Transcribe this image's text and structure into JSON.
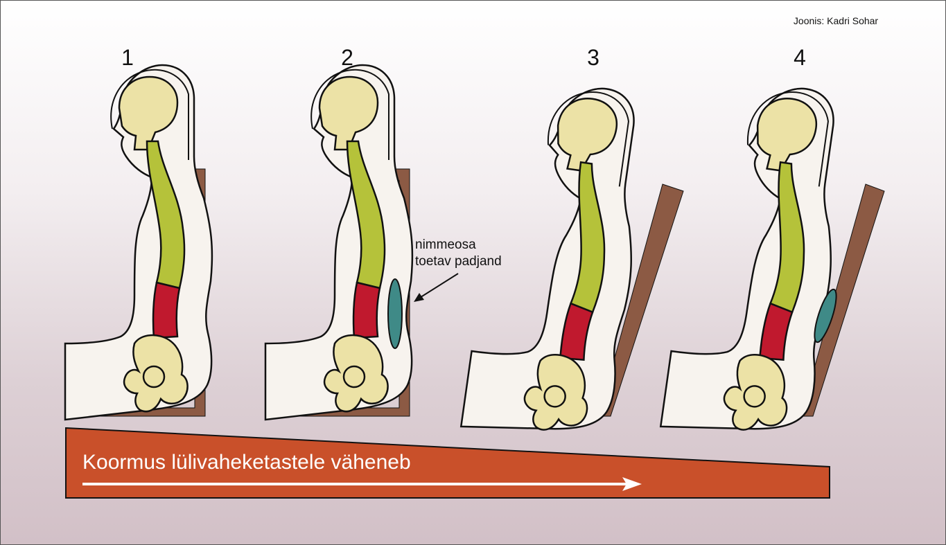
{
  "credit": "Joonis: Kadri Sohar",
  "figures": [
    {
      "number": "1",
      "seat_tilt": "upright",
      "lumbar_cushion": false
    },
    {
      "number": "2",
      "seat_tilt": "upright",
      "lumbar_cushion": true
    },
    {
      "number": "3",
      "seat_tilt": "reclined",
      "lumbar_cushion": false
    },
    {
      "number": "4",
      "seat_tilt": "reclined",
      "lumbar_cushion": true
    }
  ],
  "callout": {
    "line1": "nimmeosa",
    "line2": "toetav padjand"
  },
  "banner": {
    "text": "Koormus lülivaheketastele väheneb"
  },
  "colors": {
    "seat": "#8c5a44",
    "cervical_thoracic_spine": "#b5c23a",
    "lumbar_spine": "#c0192e",
    "bone": "#ece2a6",
    "cushion": "#3f8a87",
    "body": "#f7f3ee",
    "banner": "#c9502a"
  }
}
